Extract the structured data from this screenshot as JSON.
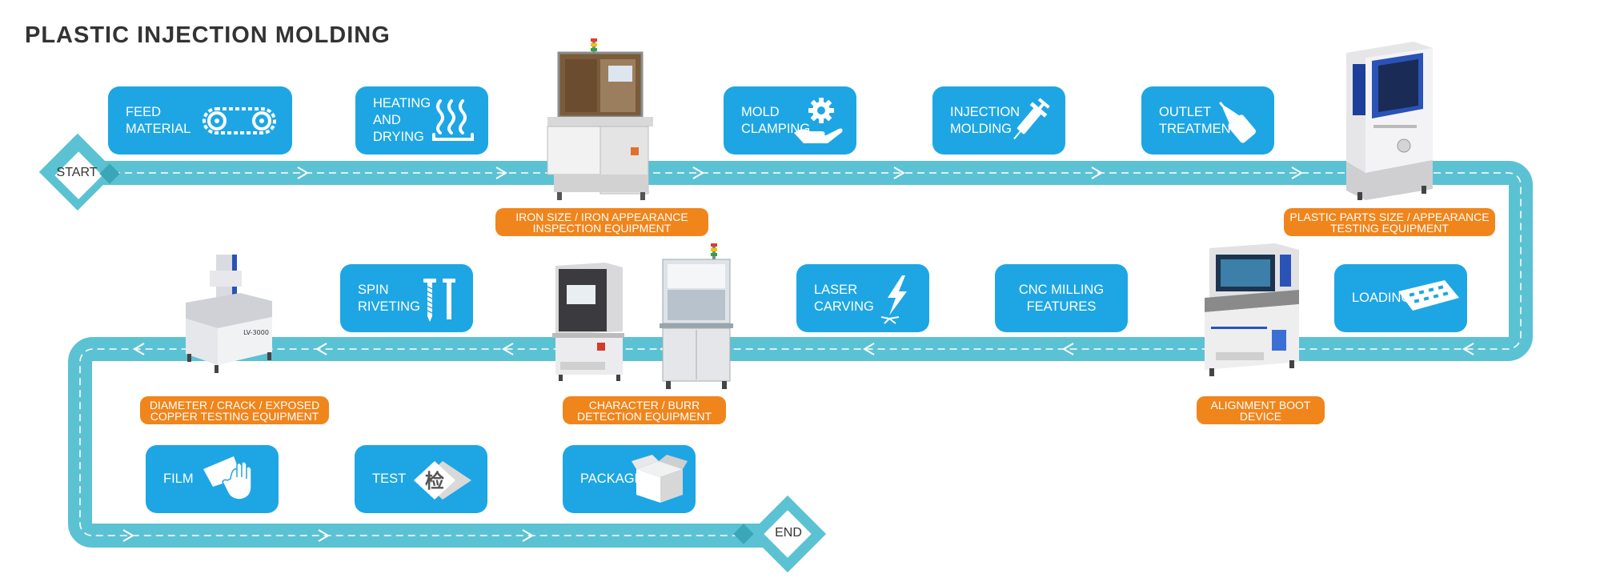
{
  "title": "PLASTIC INJECTION MOLDING",
  "start_label": "START",
  "end_label": "END",
  "colors": {
    "step": "#1ea6e4",
    "tag": "#f0851c",
    "track": "#5bc2d3",
    "arrow": "#ffffff"
  },
  "steps": [
    {
      "label": "FEED\nMATERIAL",
      "icon": "conveyor-icon"
    },
    {
      "label": "HEATING\nAND\nDRYING",
      "icon": "heat-icon"
    },
    {
      "label": "MOLD\nCLAMPING",
      "icon": "gear-hand-icon"
    },
    {
      "label": "INJECTION\nMOLDING",
      "icon": "syringe-icon"
    },
    {
      "label": "OUTLET\nTREATMENT",
      "icon": "glue-bottle-icon"
    },
    {
      "label": "LOADING",
      "icon": "tray-icon"
    },
    {
      "label": "CNC  MILLING\nFEATURES",
      "icon": ""
    },
    {
      "label": "LASER\nCARVING",
      "icon": "laser-icon"
    },
    {
      "label": "SPIN\nRIVETING",
      "icon": "screw-icon"
    },
    {
      "label": "FILM",
      "icon": "film-hand-icon"
    },
    {
      "label": "TEST",
      "icon": "inspect-icon"
    },
    {
      "label": "PACKAGE",
      "icon": "box-icon"
    }
  ],
  "test_glyph": "检",
  "equipment": [
    {
      "label": "IRON SIZE / IRON APPEARANCE\nINSPECTION EQUIPMENT"
    },
    {
      "label": "PLASTIC PARTS SIZE / APPEARANCE\nTESTING EQUIPMENT"
    },
    {
      "label": "ALIGNMENT BOOT\nDEVICE"
    },
    {
      "label": "CHARACTER / BURR\nDETECTION EQUIPMENT"
    },
    {
      "label": "DIAMETER / CRACK / EXPOSED\nCOPPER TESTING EQUIPMENT"
    }
  ],
  "machine_badge": "LV-3000"
}
